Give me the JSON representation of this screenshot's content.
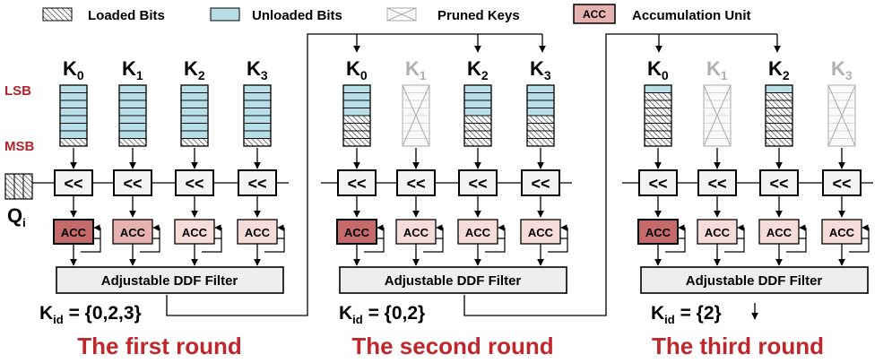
{
  "legend": {
    "loaded": "Loaded Bits",
    "unloaded": "Unloaded Bits",
    "pruned": "Pruned Keys",
    "acc_box": "ACC",
    "acc": "Accumulation Unit"
  },
  "labels": {
    "lsb": "LSB",
    "msb": "MSB",
    "query": "Q",
    "query_sub": "i",
    "shift": "<<",
    "acc": "ACC",
    "filter": "Adjustable DDF Filter",
    "kid": "K",
    "kid_sub": "id"
  },
  "keys": [
    {
      "name": "K",
      "sub": "0"
    },
    {
      "name": "K",
      "sub": "1"
    },
    {
      "name": "K",
      "sub": "2"
    },
    {
      "name": "K",
      "sub": "3"
    }
  ],
  "rounds": [
    {
      "title": "The first round",
      "result": " = {0,2,3}",
      "pruned": [
        false,
        false,
        false,
        false
      ],
      "loaded_rows": 1
    },
    {
      "title": "The second round",
      "result": " = {0,2}",
      "pruned": [
        false,
        true,
        false,
        false
      ],
      "loaded_rows": 4
    },
    {
      "title": "The third round",
      "result": " = {2}",
      "pruned": [
        false,
        true,
        false,
        true
      ],
      "loaded_rows": 7
    }
  ],
  "colors": {
    "unloaded": "#b8dfe8",
    "pruned_text": "#b0b0b0",
    "title_red": "#c0272d",
    "lsb_red": "#b0242a",
    "acc_dark": "#c46a6a",
    "acc_mid": "#e5b2b0",
    "acc_light": "#f5dcd9",
    "filter_fill": "#eeeeee"
  }
}
